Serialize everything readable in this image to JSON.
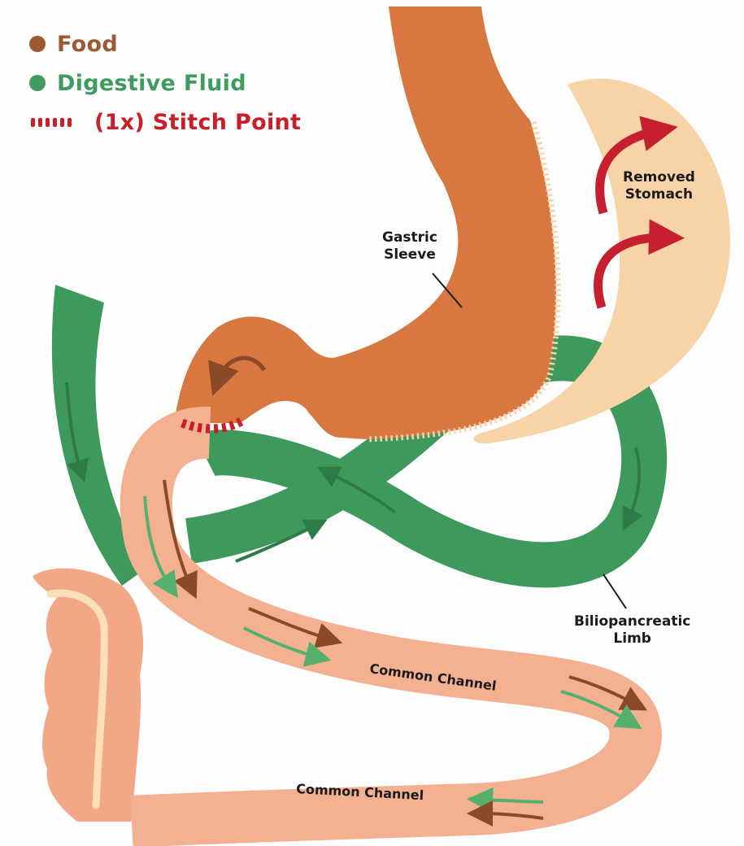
{
  "legend": {
    "food": {
      "label": "Food",
      "color": "#9b5a33"
    },
    "fluid": {
      "label": "Digestive Fluid",
      "color": "#3f9b60"
    },
    "stitch": {
      "label": "(1x) Stitch Point",
      "color": "#c8202a"
    }
  },
  "labels": {
    "removed_stomach": [
      "Removed",
      "Stomach"
    ],
    "gastric_sleeve": [
      "Gastric",
      "Sleeve"
    ],
    "biliopancreatic_limb": [
      "Biliopancreatic",
      "Limb"
    ],
    "common_channel_upper": "Common Channel",
    "common_channel_lower": "Common Channel"
  },
  "colors": {
    "stomach": "#d8773f",
    "removed_stomach": "#f8d3a8",
    "bowel": "#f4b191",
    "colon": "#f2a886",
    "limb": "#3e9a5c",
    "food_arrow": "#8a4a28",
    "fluid_arrow": "#55b06d",
    "removal_arrow": "#c61f2f"
  }
}
